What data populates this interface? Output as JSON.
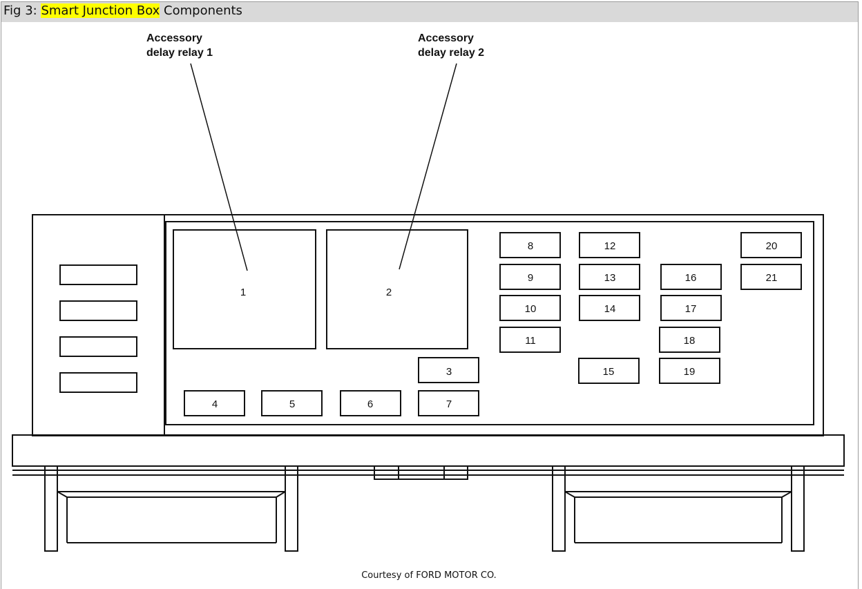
{
  "figure": {
    "title_prefix": "Fig 3:",
    "title_highlight": "Smart Junction Box",
    "title_suffix": "Components"
  },
  "callouts": [
    {
      "line1": "Accessory",
      "line2": "delay relay 1"
    },
    {
      "line1": "Accessory",
      "line2": "delay relay 2"
    }
  ],
  "components": [
    "1",
    "2",
    "3",
    "4",
    "5",
    "6",
    "7",
    "8",
    "9",
    "10",
    "11",
    "12",
    "13",
    "14",
    "15",
    "16",
    "17",
    "18",
    "19",
    "20",
    "21"
  ],
  "credit": "Courtesy of FORD MOTOR CO.",
  "colors": {
    "highlight": "#ffff00",
    "titlebar": "#d9d9d9",
    "ink": "#111111"
  }
}
